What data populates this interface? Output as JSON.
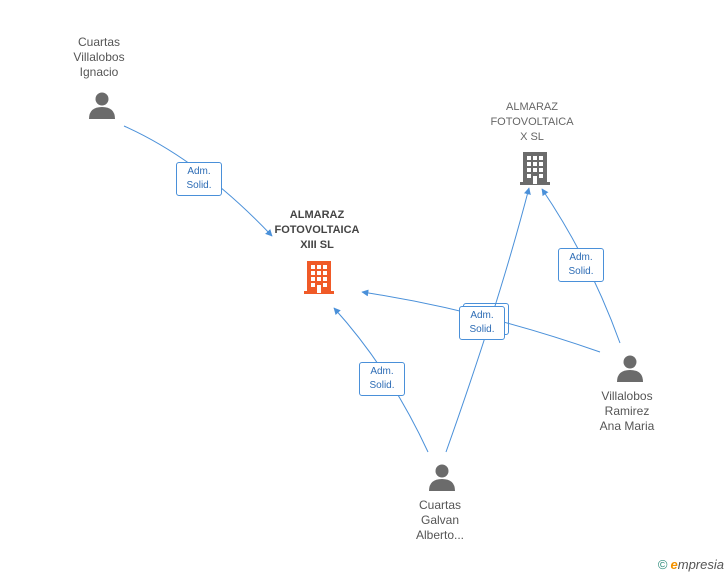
{
  "colors": {
    "edge": "#4a90d9",
    "person_icon": "#6b6b6b",
    "company_icon": "#6b6b6b",
    "main_company_icon": "#f05a28"
  },
  "nodes": {
    "main_company": {
      "lines": [
        "ALMARAZ",
        "FOTOVOLTAICA",
        "XIII SL"
      ],
      "icon": "building-icon"
    },
    "other_company": {
      "lines": [
        "ALMARAZ",
        "FOTOVOLTAICA",
        "X SL"
      ],
      "icon": "building-icon"
    },
    "person_ignacio": {
      "lines": [
        "Cuartas",
        "Villalobos",
        "Ignacio"
      ],
      "icon": "person-icon"
    },
    "person_ana": {
      "lines": [
        "Villalobos",
        "Ramirez",
        "Ana Maria"
      ],
      "icon": "person-icon"
    },
    "person_alberto": {
      "lines": [
        "Cuartas",
        "Galvan",
        "Alberto..."
      ],
      "icon": "person-icon"
    }
  },
  "edges": [
    {
      "from": "person_ignacio",
      "to": "main_company",
      "label": [
        "Adm.",
        "Solid."
      ]
    },
    {
      "from": "person_ana",
      "to": "main_company",
      "label": [
        "Adm.",
        "Solid."
      ]
    },
    {
      "from": "person_alberto",
      "to": "main_company",
      "label": [
        "Adm.",
        "Solid."
      ]
    },
    {
      "from": "person_alberto",
      "to": "other_company",
      "label": [
        "Adm.",
        "Solid."
      ]
    },
    {
      "from": "person_ana",
      "to": "other_company",
      "label": [
        "Adm.",
        "Solid."
      ]
    }
  ],
  "footer": {
    "copyright": "©",
    "brand_initial": "e",
    "brand_rest": "mpresia"
  }
}
